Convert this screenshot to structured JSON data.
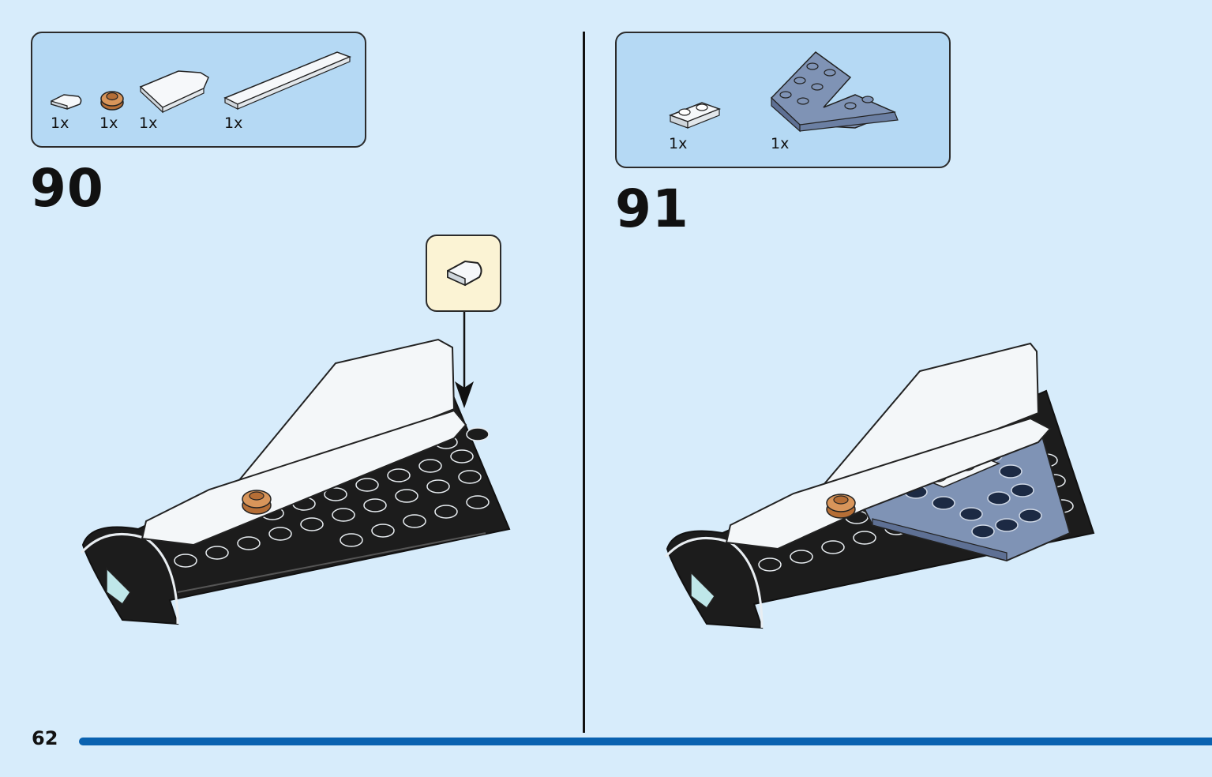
{
  "page": {
    "number": "62"
  },
  "steps": [
    {
      "number": "90",
      "parts": [
        {
          "qty": "1x",
          "icon": "white-curved-tile-icon"
        },
        {
          "qty": "1x",
          "icon": "pearl-gold-round-plate-icon"
        },
        {
          "qty": "1x",
          "icon": "white-wedge-plate-icon"
        },
        {
          "qty": "1x",
          "icon": "white-long-tile-icon"
        }
      ]
    },
    {
      "number": "91",
      "parts": [
        {
          "qty": "1x",
          "icon": "white-plate-1x2-icon"
        },
        {
          "qty": "1x",
          "icon": "sand-blue-wedge-plate-icon"
        }
      ]
    }
  ],
  "colors": {
    "background": "#d7ecfb",
    "parts_box": "#b5d9f4",
    "callout": "#fbf3d4",
    "footer_bar": "#0a62b0",
    "black_brick": "#1c1c1c",
    "white_brick": "#f4f7f9",
    "sand_blue": "#7f93b5",
    "pearl_gold": "#c8824a"
  }
}
